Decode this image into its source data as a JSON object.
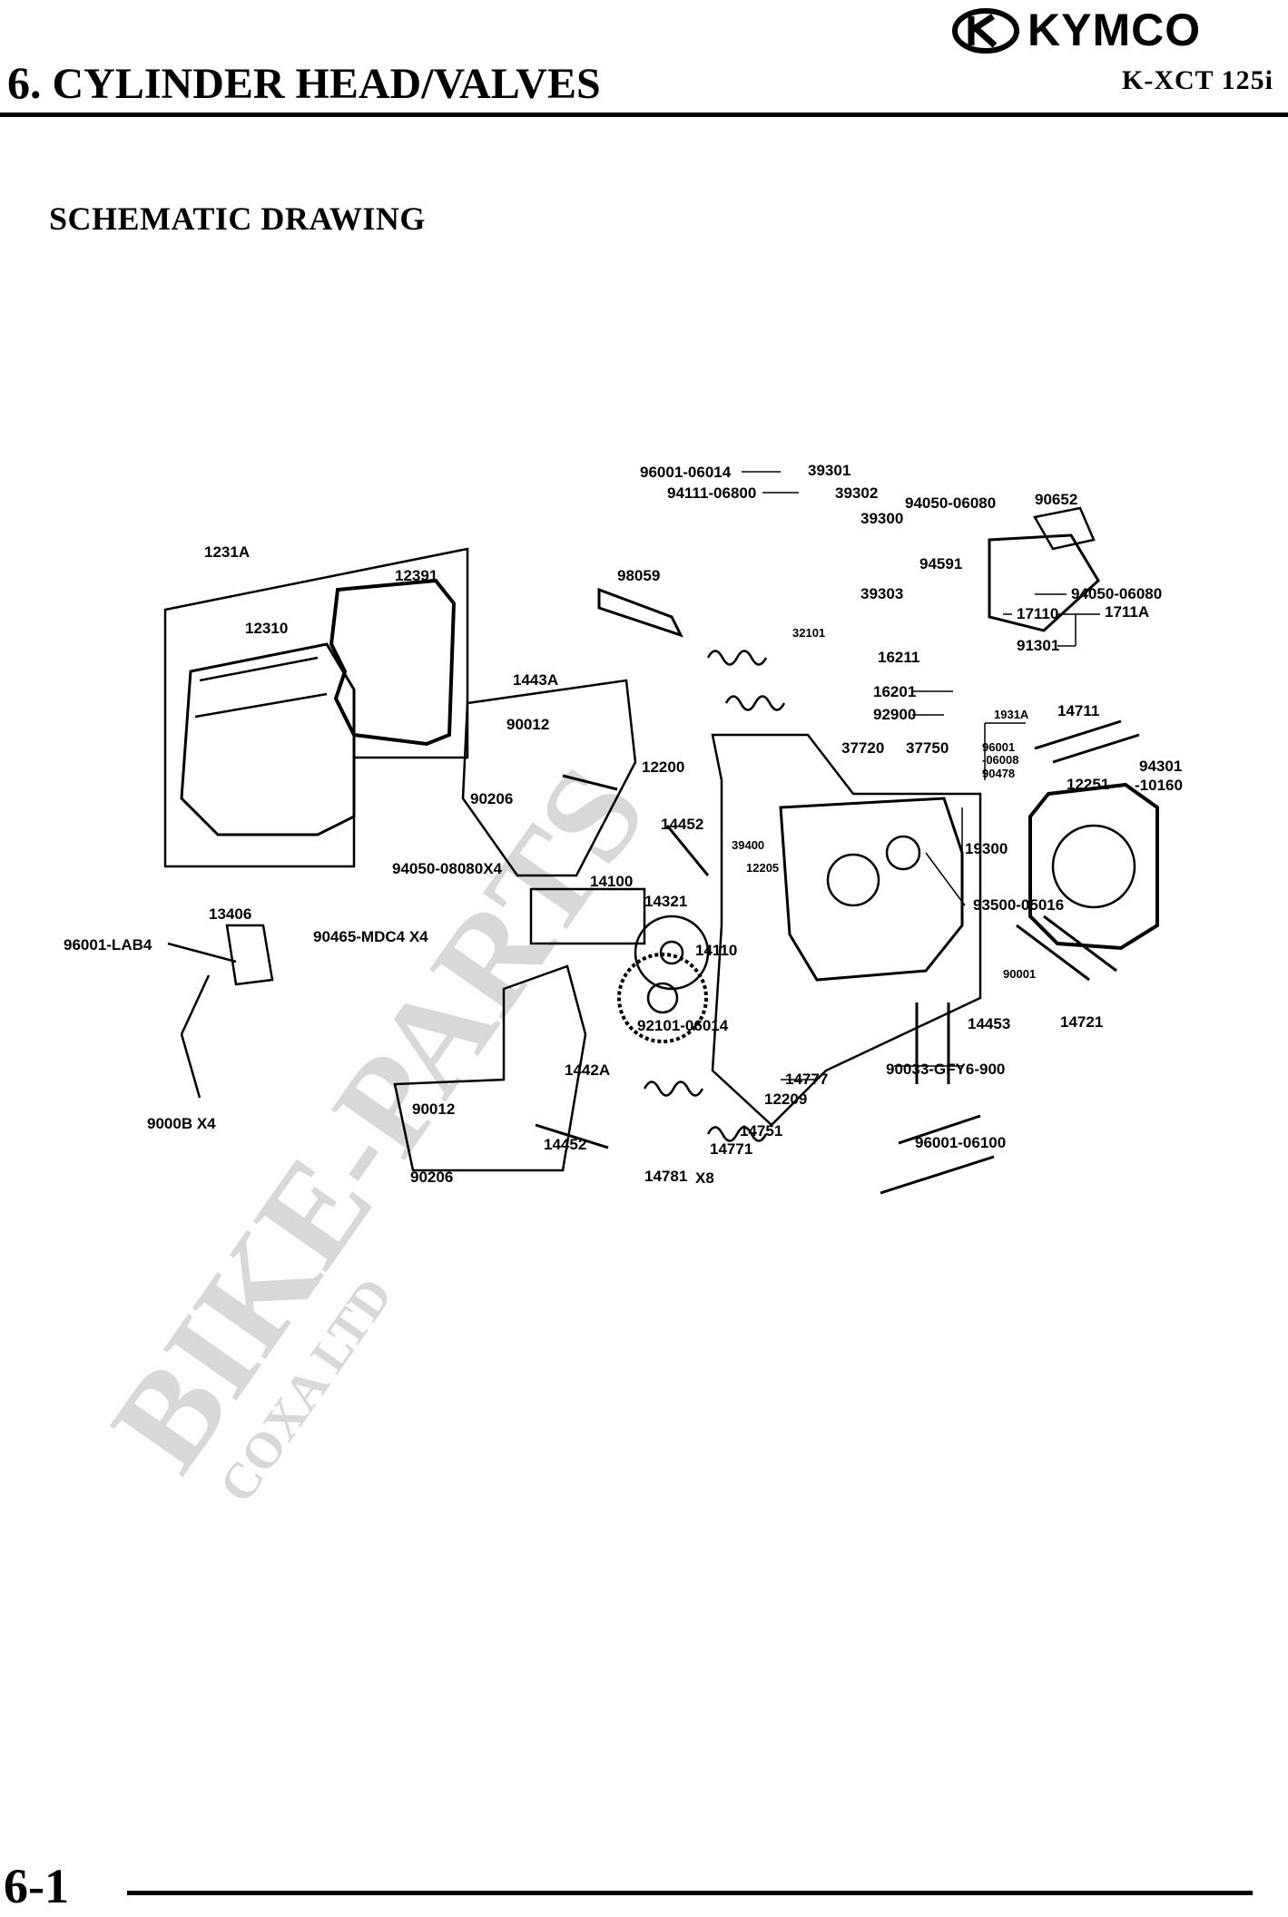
{
  "header": {
    "brand": "KYMCO",
    "chapter_number": "6.",
    "chapter_title": "CYLINDER HEAD/VALVES",
    "model": "K-XCT 125i"
  },
  "section_title": "SCHEMATIC DRAWING",
  "watermark": {
    "main": "BIKE-PARTS",
    "sub": "COXA LTD"
  },
  "labels": {
    "l96001_06014a": "96001-06014",
    "l94111": "94111-06800",
    "l39301": "39301",
    "l39302": "39302",
    "l39300": "39300",
    "l94050a": "94050-06080",
    "l90652": "90652",
    "l94591": "94591",
    "l39303": "39303",
    "l94050b": "94050-06080",
    "l17110": "17110",
    "l1711A": "1711A",
    "l91301": "91301",
    "l1231A": "1231A",
    "l12391": "12391",
    "l12310": "12310",
    "l98059": "98059",
    "l32101": "32101",
    "l16211": "16211",
    "l16201": "16201",
    "l92900": "92900",
    "l1931A": "1931A",
    "l14711": "14711",
    "l1443A": "1443A",
    "l90012a": "90012",
    "l12200": "12200",
    "l37720": "37720",
    "l37750": "37750",
    "l96001_06008a": "96001",
    "l96001_06008b": "-06008",
    "l90478": "90478",
    "l12251": "12251",
    "l94301a": "94301",
    "l94301b": "-10160",
    "l90206a": "90206",
    "l14452a": "14452",
    "l39400": "39400",
    "l19300": "19300",
    "l94050c": "94050-08080X4",
    "l14100": "14100",
    "l12205": "12205",
    "l13406": "13406",
    "l14321": "14321",
    "l93500": "93500-05016",
    "l96001_lab4": "96001-LAB4",
    "l90465": "90465-MDC4 X4",
    "l14110": "14110",
    "l90001": "90001",
    "l14453": "14453",
    "l14721": "14721",
    "l92101": "92101-06014",
    "l90033": "90033-GFY6-900",
    "l1442A": "1442A",
    "l14777": "14777",
    "l12209": "12209",
    "l9000B": "9000B X4",
    "l90012b": "90012",
    "l14751": "14751",
    "l14452b": "14452",
    "l14771": "14771",
    "l96001_06100": "96001-06100",
    "l90206b": "90206",
    "l14781": "14781",
    "l14781x": "X8"
  },
  "footer": {
    "page_number": "6-1"
  }
}
